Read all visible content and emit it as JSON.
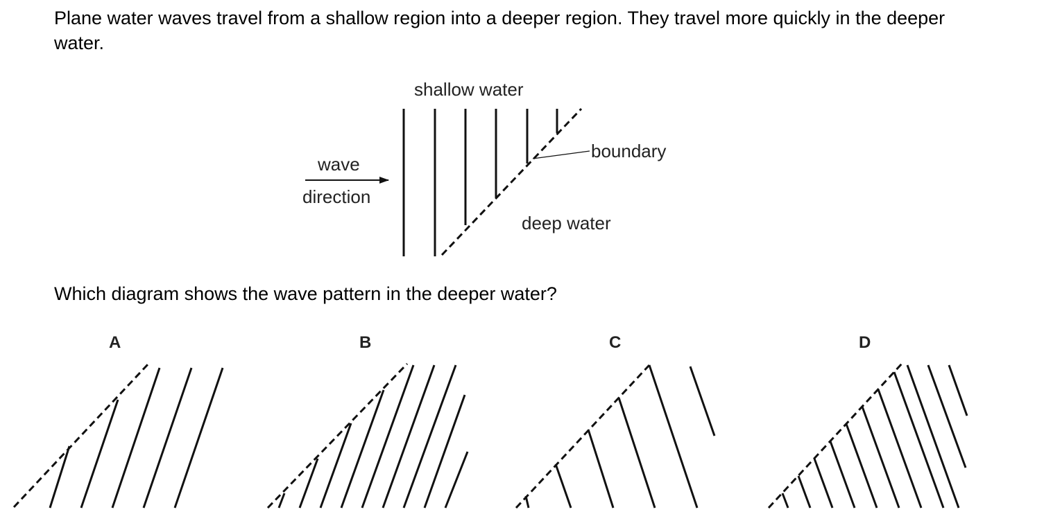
{
  "question": {
    "text": "Plane water waves travel from a shallow region into a deeper region. They travel more quickly in the deeper water."
  },
  "main_figure": {
    "label_shallow": "shallow water",
    "label_boundary": "boundary",
    "label_wave": "wave",
    "label_direction": "direction",
    "label_deep": "deep water"
  },
  "prompt": {
    "text": "Which diagram shows the wave pattern in the deeper water?"
  },
  "options": [
    {
      "letter": "A"
    },
    {
      "letter": "B"
    },
    {
      "letter": "C"
    },
    {
      "letter": "D"
    }
  ]
}
